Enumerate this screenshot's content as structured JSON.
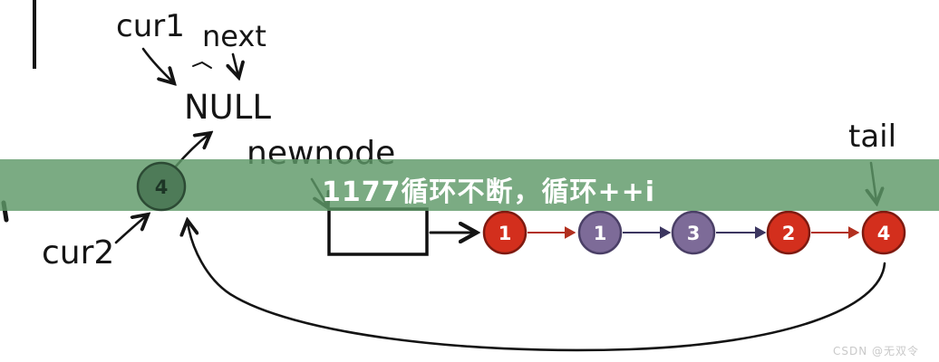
{
  "banner": {
    "title": "1177循环不断，循环++i",
    "bg": "rgba(94,153,104,0.82)"
  },
  "labels": {
    "cur1": "cur1",
    "next": "next",
    "null_text": "NULL",
    "newnode": "newnode",
    "cur2": "cur2",
    "tail": "tail"
  },
  "nodes": {
    "head": {
      "value": "4",
      "fill": "#4e7b58",
      "border": "#2c4a34",
      "text_color": "#1d3526"
    },
    "list": [
      {
        "value": "1",
        "color": "#d32f1d",
        "border": "#7e1a10"
      },
      {
        "value": "1",
        "color": "#7d6b98",
        "border": "#4a3f66"
      },
      {
        "value": "3",
        "color": "#7d6b98",
        "border": "#4a3f66"
      },
      {
        "value": "2",
        "color": "#d32f1d",
        "border": "#7e1a10"
      },
      {
        "value": "4",
        "color": "#d32f1d",
        "border": "#7e1a10"
      }
    ]
  },
  "watermark": "CSDN @无双令",
  "colors": {
    "arrow_red": "#b2301f",
    "arrow_dark": "#3c3660",
    "sketch_ink": "#141414"
  }
}
